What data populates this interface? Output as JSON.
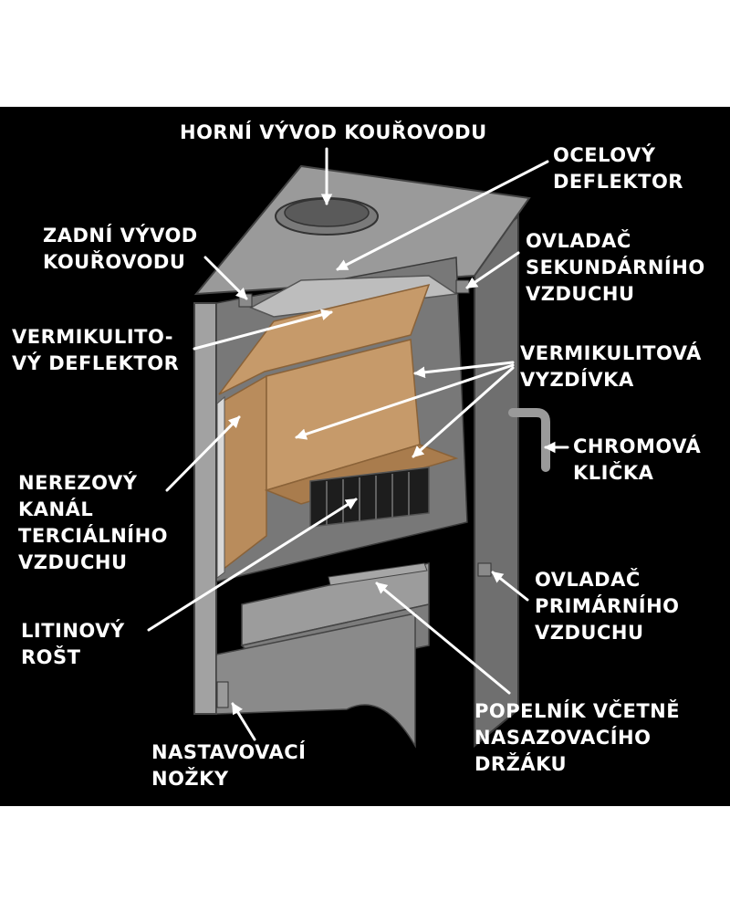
{
  "labels": {
    "top_flue": [
      "HORNÍ VÝVOD KOUŘOVODU"
    ],
    "steel_deflector": [
      "OCELOVÝ",
      "DEFLEKTOR"
    ],
    "rear_flue": [
      "ZADNÍ VÝVOD",
      "KOUŘOVODU"
    ],
    "secondary_air": [
      "OVLADAČ",
      "SEKUNDÁRNÍHO",
      "VZDUCHU"
    ],
    "vermiculite_deflector": [
      "VERMIKULITO-",
      "VÝ DEFLEKTOR"
    ],
    "vermiculite_lining": [
      "VERMIKULITOVÁ",
      "VYZDÍVKA"
    ],
    "chrome_handle": [
      "CHROMOVÁ",
      "KLIČKA"
    ],
    "tertiary_air": [
      "NEREZOVÝ",
      "KANÁL",
      "TERCIÁLNÍHO",
      "VZDUCHU"
    ],
    "primary_air": [
      "OVLADAČ",
      "PRIMÁRNÍHO",
      "VZDUCHU"
    ],
    "cast_iron_grate": [
      "LITINOVÝ",
      "ROŠT"
    ],
    "ash_pan": [
      "POPELNÍK VČETNĚ",
      "NASAZOVACÍHO",
      "DRŽÁKU"
    ],
    "adjustable_feet": [
      "NASTAVOVACÍ",
      "NOŽKY"
    ]
  },
  "colors": {
    "background": "#000000",
    "steel": "#8e8e8e",
    "steel_light": "#b4b4b4",
    "steel_dark": "#5e5e5e",
    "vermiculite": "#c69a6a",
    "vermiculite_dark": "#9e7449",
    "cast_iron": "#1d1d1d",
    "label_text": "#ffffff",
    "arrow": "#ffffff"
  }
}
